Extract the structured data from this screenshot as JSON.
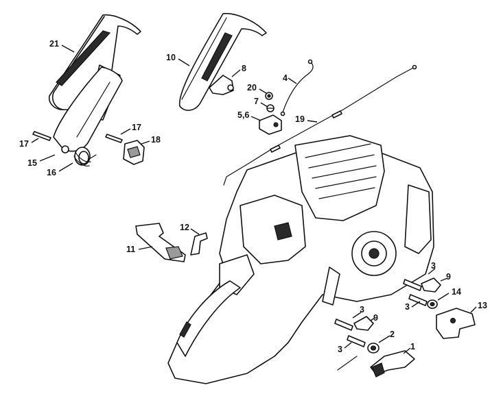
{
  "callouts": [
    {
      "id": "c21",
      "text": "21"
    },
    {
      "id": "c10",
      "text": "10"
    },
    {
      "id": "c8",
      "text": "8"
    },
    {
      "id": "c4",
      "text": "4"
    },
    {
      "id": "c20",
      "text": "20"
    },
    {
      "id": "c7",
      "text": "7"
    },
    {
      "id": "c56",
      "text": "5,6"
    },
    {
      "id": "c19",
      "text": "19"
    },
    {
      "id": "c17a",
      "text": "17"
    },
    {
      "id": "c17b",
      "text": "17"
    },
    {
      "id": "c18",
      "text": "18"
    },
    {
      "id": "c15",
      "text": "15"
    },
    {
      "id": "c16",
      "text": "16"
    },
    {
      "id": "c12",
      "text": "12"
    },
    {
      "id": "c11",
      "text": "11"
    },
    {
      "id": "c3a",
      "text": "3"
    },
    {
      "id": "c9a",
      "text": "9"
    },
    {
      "id": "c3b",
      "text": "3"
    },
    {
      "id": "c14",
      "text": "14"
    },
    {
      "id": "c13",
      "text": "13"
    },
    {
      "id": "c3c",
      "text": "3"
    },
    {
      "id": "c9b",
      "text": "9"
    },
    {
      "id": "c3d",
      "text": "3"
    },
    {
      "id": "c2",
      "text": "2"
    },
    {
      "id": "c1",
      "text": "1"
    }
  ]
}
